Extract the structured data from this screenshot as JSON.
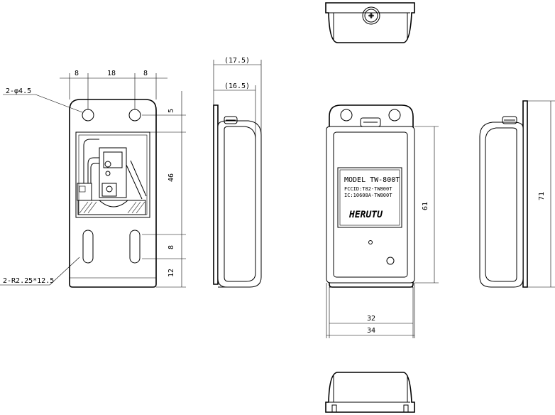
{
  "dimensions": {
    "top_8_left": "8",
    "top_18": "18",
    "top_8_right": "8",
    "hole_note": "2-φ4.5",
    "slot_note": "2-R2.25*12.5",
    "v_5": "5",
    "v_46": "46",
    "v_8": "8",
    "v_12": "12",
    "side_17_5": "(17.5)",
    "side_16_5": "(16.5)",
    "front_61": "61",
    "front_32": "32",
    "front_34": "34",
    "right_71": "71"
  },
  "label": {
    "model": "MODEL  TW-800T",
    "fcc": "FCCID:T82-TW800T",
    "ic": "IC:10608A-TW800T",
    "brand": "HERUTU"
  },
  "colors": {
    "line": "#000000",
    "background": "#ffffff"
  }
}
